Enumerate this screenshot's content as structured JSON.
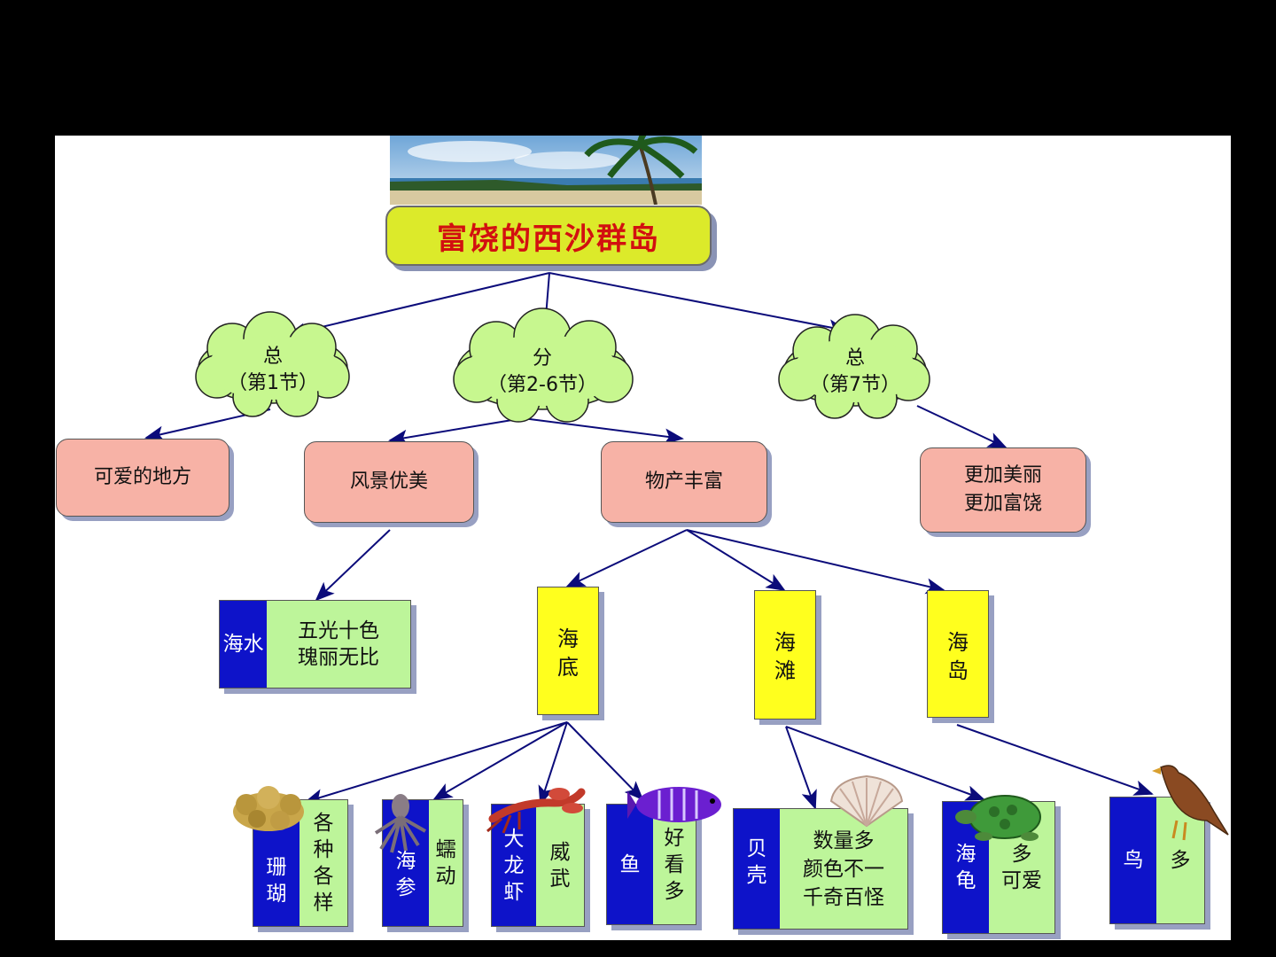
{
  "title": "富饶的西沙群岛",
  "level1": [
    {
      "top": "总",
      "bottom": "（第1节）"
    },
    {
      "top": "分",
      "bottom": "（第2-6节）"
    },
    {
      "top": "总",
      "bottom": "（第7节）"
    }
  ],
  "level2": [
    "可爱的地方",
    "风景优美",
    "物产丰富",
    "更加美丽",
    "更加富饶"
  ],
  "seawater": {
    "name": "海水",
    "desc1": "五光十色",
    "desc2": "瑰丽无比"
  },
  "places": [
    [
      "海",
      "底"
    ],
    [
      "海",
      "滩"
    ],
    [
      "海",
      "岛"
    ]
  ],
  "items": [
    {
      "name": [
        "珊",
        "瑚"
      ],
      "desc": [
        "各",
        "种",
        "各",
        "样"
      ]
    },
    {
      "name": [
        "海",
        "参"
      ],
      "desc": [
        "蠕",
        "动"
      ]
    },
    {
      "name": [
        "大",
        "龙",
        "虾"
      ],
      "desc": [
        "威",
        "武"
      ]
    },
    {
      "name": [
        "鱼"
      ],
      "desc": [
        "好",
        "看",
        "多"
      ]
    },
    {
      "name": [
        "贝",
        "壳"
      ],
      "desc": [
        "数量多",
        "颜色不一",
        "千奇百怪"
      ]
    },
    {
      "name": [
        "海",
        "龟"
      ],
      "desc": [
        "多",
        "可爱"
      ]
    },
    {
      "name": [
        "鸟"
      ],
      "desc": [
        "多"
      ]
    }
  ],
  "colors": {
    "cloud": "#c7f78f",
    "pink": "#f7b2a6",
    "yellow": "#ffff1e",
    "blue": "#0e13c9",
    "green": "#bdf59a",
    "arrow": "#0b0b7a",
    "title_text": "#d21010",
    "title_box": "#dcea2a"
  }
}
